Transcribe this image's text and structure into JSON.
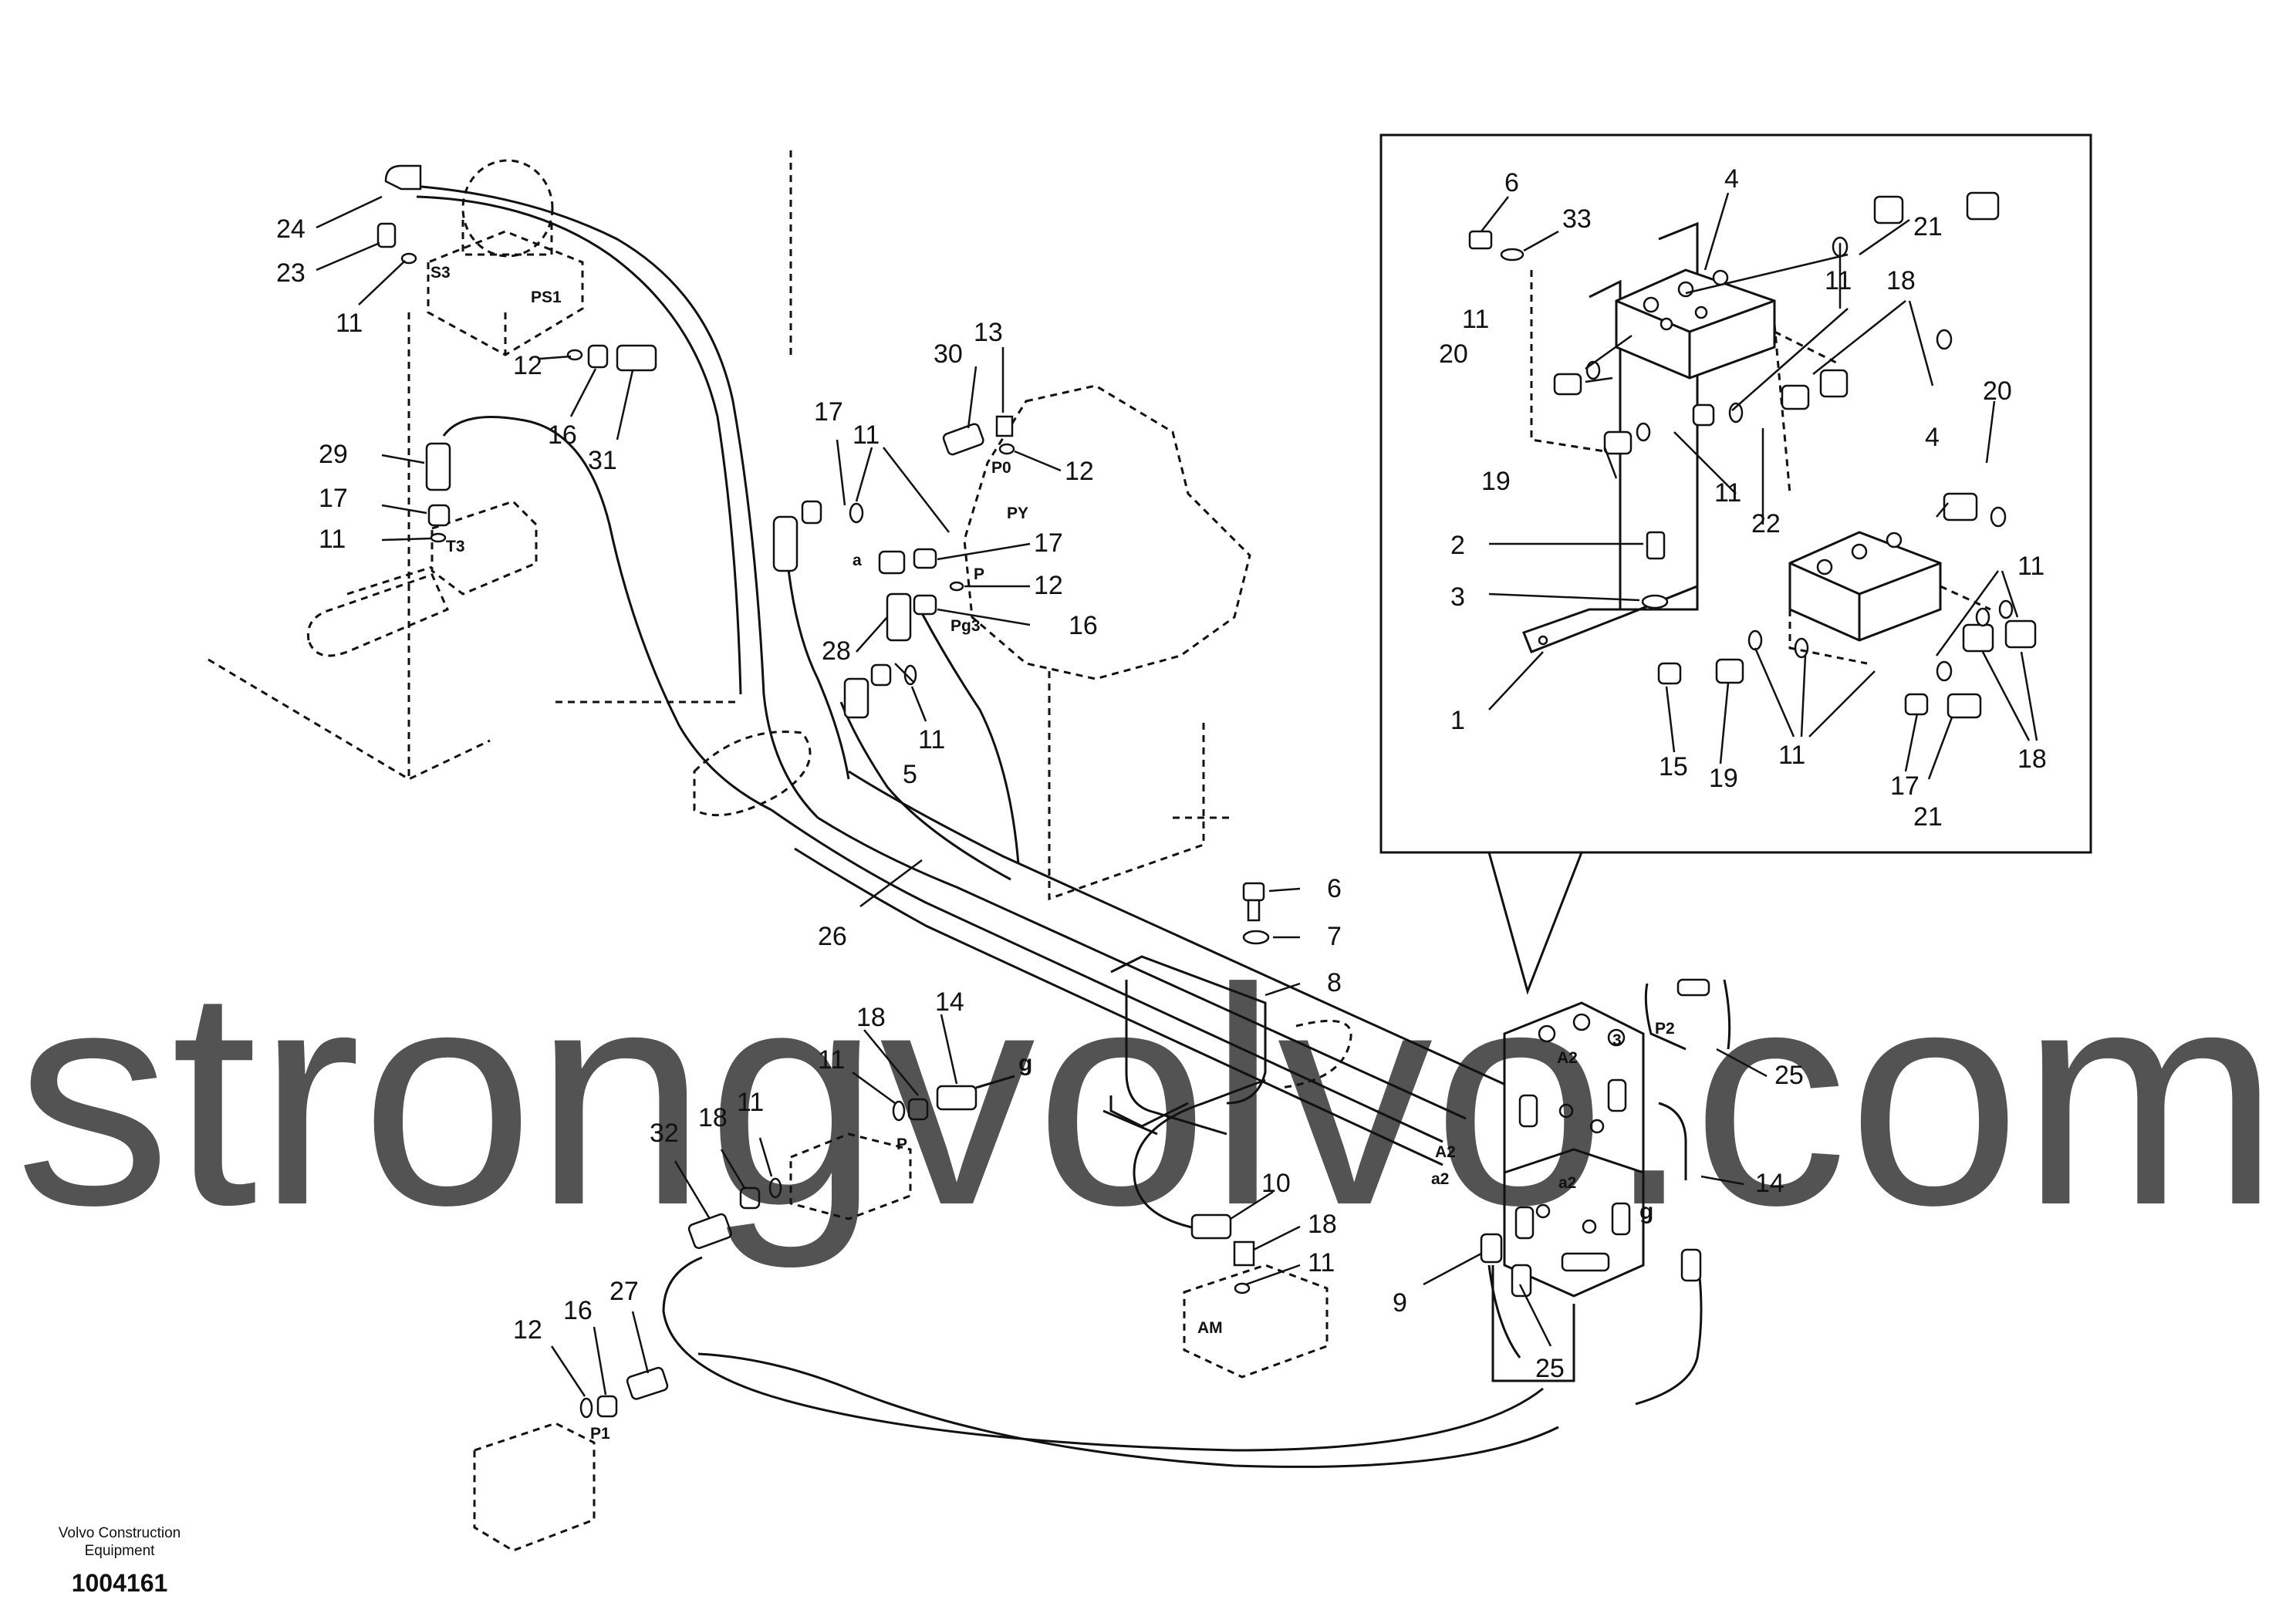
{
  "watermark": "strongvolvo.com",
  "caption": {
    "company_line1": "Volvo Construction",
    "company_line2": "Equipment",
    "document_number": "1004161"
  },
  "callouts": {
    "c1": "1",
    "c2": "2",
    "c3": "3",
    "c4": "4",
    "c5": "5",
    "c6": "6",
    "c7": "7",
    "c8": "8",
    "c9": "9",
    "c10": "10",
    "c11": "11",
    "c12": "12",
    "c13": "13",
    "c14": "14",
    "c15": "15",
    "c16": "16",
    "c17": "17",
    "c18": "18",
    "c19": "19",
    "c20": "20",
    "c21": "21",
    "c22": "22",
    "c23": "23",
    "c24": "24",
    "c25": "25",
    "c26": "26",
    "c27": "27",
    "c28": "28",
    "c29": "29",
    "c30": "30",
    "c31": "31",
    "c32": "32",
    "c33": "33"
  },
  "ports": {
    "s3": "S3",
    "ps1": "PS1",
    "t3": "T3",
    "p0": "P0",
    "py": "PY",
    "a": "a",
    "p": "P",
    "pg3": "Pg3",
    "g": "g",
    "a2": "A2",
    "a2_lower": "a2",
    "p2": "P2",
    "am": "AM",
    "p1": "P1",
    "three": "3"
  }
}
